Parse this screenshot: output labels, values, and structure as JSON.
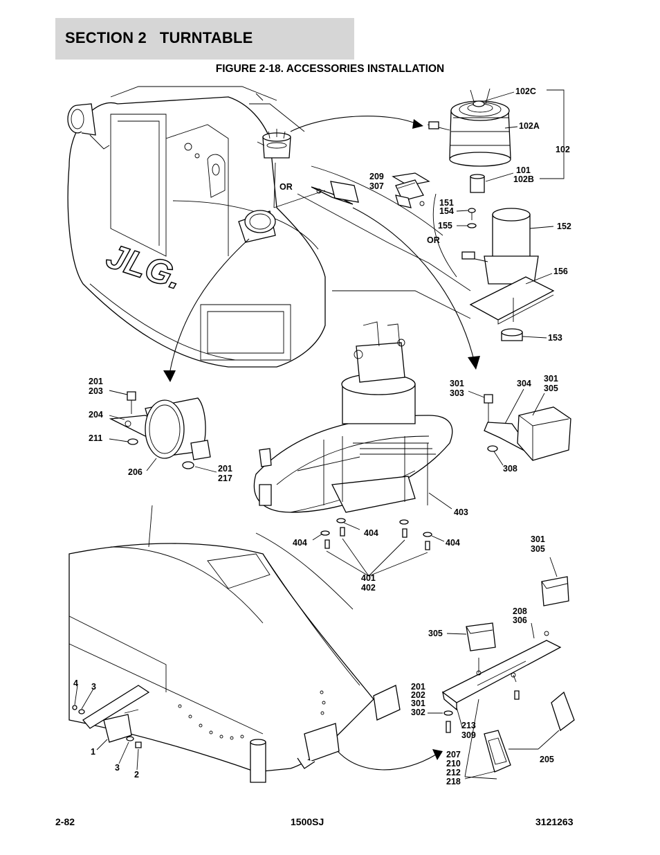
{
  "header": {
    "section_title": "SECTION 2   TURNTABLE"
  },
  "figure": {
    "title": "FIGURE 2-18. ACCESSORIES INSTALLATION"
  },
  "callouts": {
    "c102C": "102C",
    "c102A": "102A",
    "c102": "102",
    "c101": "101",
    "c102B": "102B",
    "c209": "209",
    "c307": "307",
    "or_top": "OR",
    "c151": "151",
    "c154": "154",
    "c155": "155",
    "c152": "152",
    "or_right": "OR",
    "c156": "156",
    "c153": "153",
    "c201a": "201",
    "c203": "203",
    "c204": "204",
    "c211": "211",
    "c206": "206",
    "c201b": "201",
    "c217": "217",
    "c301a": "301",
    "c303": "303",
    "c304": "304",
    "c301b": "301",
    "c305a": "305",
    "c308": "308",
    "c403": "403",
    "c404a": "404",
    "c404b": "404",
    "c404c": "404",
    "c401": "401",
    "c402": "402",
    "c301c": "301",
    "c305b": "305",
    "c208": "208",
    "c306": "306",
    "c305c": "305",
    "c201c": "201",
    "c202": "202",
    "c301d": "301",
    "c302": "302",
    "c213": "213",
    "c309": "309",
    "c205": "205",
    "c207": "207",
    "c210": "210",
    "c212": "212",
    "c218": "218",
    "c4": "4",
    "c3a": "3",
    "c1": "1",
    "c3b": "3",
    "c2": "2"
  },
  "footer": {
    "page": "2-82",
    "model": "1500SJ",
    "doc_number": "3121263"
  }
}
